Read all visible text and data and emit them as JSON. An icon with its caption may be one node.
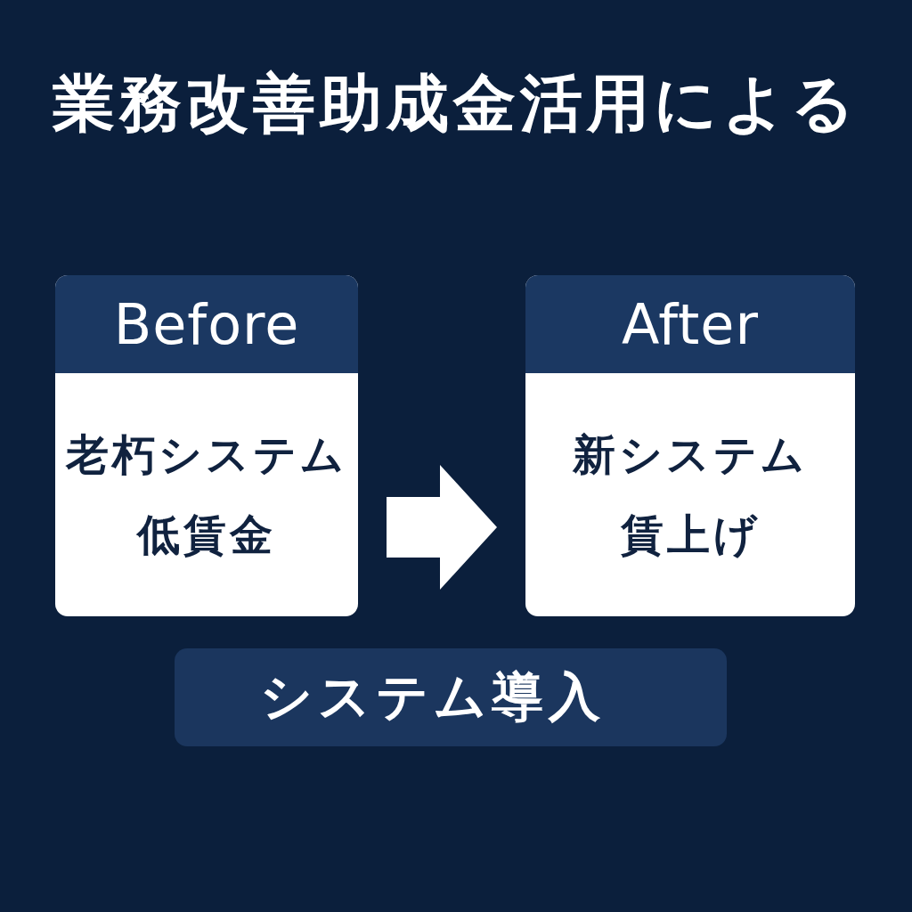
{
  "diagram": {
    "title": "業務改善助成金活用による",
    "nodes": [
      {
        "text": [
          "Before",
          "老朽システム",
          "低賃金"
        ]
      },
      {
        "text": [
          "After",
          "新システム",
          "賃上げ"
        ]
      },
      {
        "text": [
          "システム導入"
        ]
      }
    ],
    "edges": [
      {
        "from": 0,
        "to": 1,
        "arrow": "to"
      }
    ]
  }
}
